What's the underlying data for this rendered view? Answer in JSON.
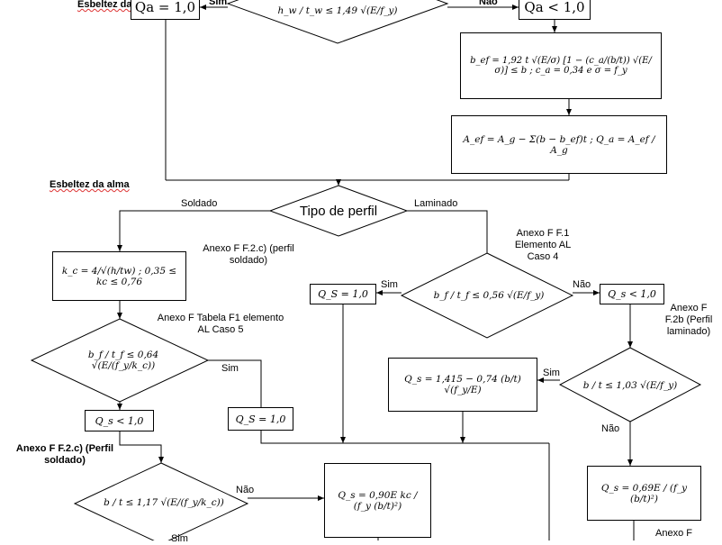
{
  "labels": {
    "esbeltez_top": "Esbeltez da alma",
    "esbeltez_mid": "Esbeltez da alma",
    "sim_1": "Sim",
    "nao_1": "Não",
    "soldado": "Soldado",
    "laminado": "Laminado",
    "sim_2": "Sim",
    "nao_2": "Não",
    "sim_3": "Sim",
    "sim_4": "Sim",
    "nao_3": "Não",
    "nao_4": "Não",
    "sim_5": "Sim"
  },
  "decisions": {
    "web": "h_w / t_w ≤ 1,49 √(E/f_y)",
    "tipo": "Tipo de perfil",
    "al4": "b_f / t_f ≤ 0,56 √(E/f_y)",
    "al5": "b_f / t_f ≤ 0,64 √(E/(f_y/k_c))",
    "lam": "b / t ≤ 1,03 √(E/f_y)",
    "sol": "b / t ≤ 1,17 √(E/(f_y/k_c))"
  },
  "boxes": {
    "qa1": "Qa = 1,0",
    "qa_lt": "Qa < 1,0",
    "bef": "b_ef = 1,92 t √(E/σ) [1 − (c_a/(b/t)) √(E/σ)] ≤ b ; c_a = 0,34  e σ = f_y",
    "aef": "A_ef = A_g − Σ(b − b_ef)t ; Q_a = A_ef / A_g",
    "kc": "k_c = 4/√(h/tw) ; 0,35 ≤ kc ≤ 0,76",
    "qs1_al4": "Q_S = 1,0",
    "qs_lt_al4": "Q_s < 1,0",
    "qs_lam": "Q_s = 1,415 − 0,74 (b/t) √(f_y/E)",
    "qs_lt_al5": "Q_s < 1,0",
    "qs1_al5": "Q_S = 1,0",
    "qs_090": "Q_s = 0,90E kc / (f_y (b/t)²)",
    "qs_069": "Q_s = 0,69E / (f_y (b/t)²)"
  },
  "notes": {
    "anexo_f2c": "Anexo F F.2.c) (perfil soldado)",
    "anexo_f1_al4": "Anexo F F.1 Elemento AL Caso 4",
    "anexo_tab_al5": "Anexo F Tabela F1 elemento AL Caso 5",
    "anexo_f2b": "Anexo F F.2b (Perfil laminado)",
    "anexo_f2c_bold": "Anexo F F.2.c) (Perfil soldado)",
    "anexo_bottom": "Anexo F"
  },
  "colors": {
    "line": "#000000",
    "fill": "#ffffff",
    "squiggle": "#dd3333"
  }
}
